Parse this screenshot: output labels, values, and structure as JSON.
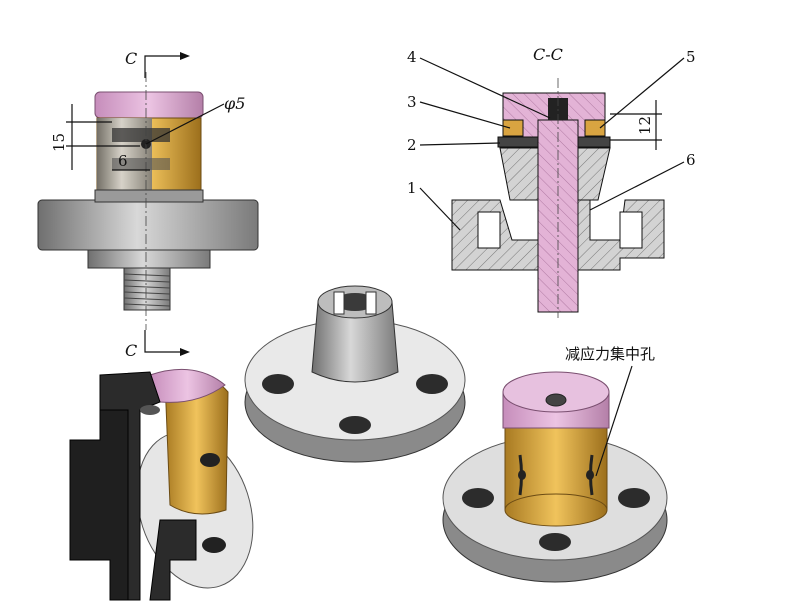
{
  "section_label": "C",
  "section_title": "C-C",
  "dimensions": {
    "hole_diameter": "φ5",
    "height": "15",
    "offset": "6",
    "slot_depth": "12"
  },
  "callouts": [
    "1",
    "2",
    "3",
    "4",
    "5",
    "6"
  ],
  "annotation": "减应力集中孔",
  "colors": {
    "pink": "#d9a6cf",
    "gold": "#d9a441",
    "gray": "#8c8c8c",
    "dark": "#2b2b2b"
  }
}
